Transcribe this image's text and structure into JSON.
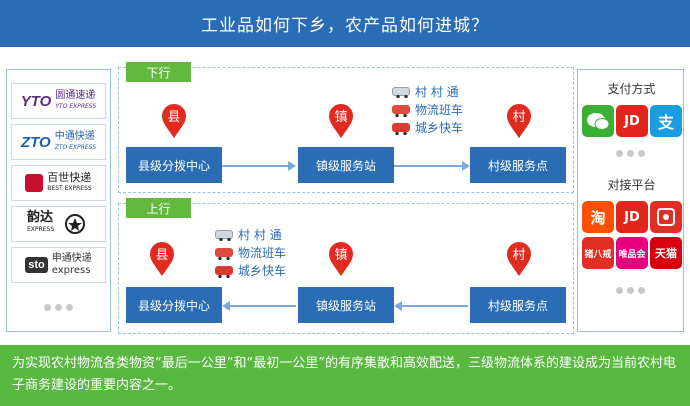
{
  "header": {
    "title": "工业品如何下乡，农产品如何进城？"
  },
  "couriers": [
    {
      "name": "圆通速递",
      "sub": "YTO EXPRESS",
      "mark": "YTO",
      "color": "#5a2d82"
    },
    {
      "name": "中通快递",
      "sub": "ZTO EXPRESS",
      "mark": "ZTO",
      "color": "#1f5fae"
    },
    {
      "name": "百世快递",
      "sub": "BEST EXPRESS",
      "mark": "",
      "color": "#c8102e"
    },
    {
      "name": "韵达",
      "sub": "EXPRESS",
      "mark": "",
      "color": "#222222"
    },
    {
      "name": "申通快递",
      "sub": "express",
      "mark": "sto",
      "color": "#333333"
    }
  ],
  "payment": {
    "title": "支付方式",
    "apps": [
      {
        "name": "wechat-pay",
        "glyph": "",
        "color": "#3cb034"
      },
      {
        "name": "jd-pay",
        "glyph": "JD",
        "color": "#e1251b"
      },
      {
        "name": "alipay",
        "glyph": "支",
        "color": "#1a9de0"
      }
    ]
  },
  "platforms": {
    "title": "对接平台",
    "apps": [
      {
        "name": "taobao",
        "glyph": "淘",
        "color": "#ff5000"
      },
      {
        "name": "jd",
        "glyph": "JD",
        "color": "#e1251b"
      },
      {
        "name": "pinduoduo",
        "glyph": "",
        "color": "#e02e24"
      },
      {
        "name": "zhubajie",
        "glyph": "猪八戒",
        "color": "#e02e24"
      },
      {
        "name": "vip",
        "glyph": "唯品会",
        "color": "#e6007e"
      },
      {
        "name": "tmall",
        "glyph": "天猫",
        "color": "#d8000f"
      }
    ]
  },
  "down": {
    "tag": "下行",
    "pins": [
      "县",
      "镇",
      "村"
    ],
    "nodes": [
      "县级分拨中心",
      "镇级服务站",
      "村级服务点"
    ],
    "vehicles": [
      "村 村 通",
      "物流班车",
      "城乡快车"
    ]
  },
  "up": {
    "tag": "上行",
    "pins": [
      "县",
      "镇",
      "村"
    ],
    "nodes": [
      "县级分拨中心",
      "镇级服务站",
      "村级服务点"
    ],
    "vehicles": [
      "村 村 通",
      "物流班车",
      "城乡快车"
    ]
  },
  "footer": {
    "text": "为实现农村物流各类物资“最后一公里”和“最初一公里”的有序集散和高效配送，三级物流体系的建设成为当前农村电子商务建设的重要内容之一。"
  }
}
